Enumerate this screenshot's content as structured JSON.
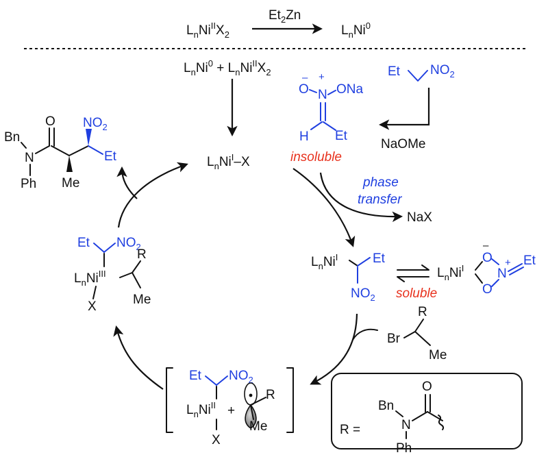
{
  "top": {
    "reactant": "L",
    "reagent": "Et",
    "product": "L"
  },
  "cycle": {
    "start": "L",
    "nitro_label": "Et",
    "nitronate_oxy": "O",
    "nitronate_ona": "ONa",
    "nitronate_h": "H",
    "nitronate_et": "Et",
    "insoluble": "insoluble",
    "base": "NaOMe",
    "ni1x": "L",
    "phase1": "phase",
    "phase2": "transfer",
    "salt": "NaX",
    "ni_nitro_et": "Et",
    "ni_nitro_no2": "NO",
    "soluble": "soluble",
    "ni_o_et": "Et",
    "bromide_br": "Br",
    "bromide_r": "R",
    "bromide_me": "Me",
    "rad_et": "Et",
    "rad_no2": "NO",
    "rad_x": "X",
    "rad_r": "R",
    "rad_me": "Me",
    "ni3_et": "Et",
    "ni3_no2": "NO",
    "ni3_x": "X",
    "ni3_r": "R",
    "ni3_me": "Me",
    "prod_bn": "Bn",
    "prod_n": "N",
    "prod_ph": "Ph",
    "prod_o": "O",
    "prod_me": "Me",
    "prod_no2": "NO",
    "prod_et": "Et",
    "r_def": "R =",
    "r_bn": "Bn",
    "r_n": "N",
    "r_ph": "Ph",
    "r_o": "O"
  },
  "colors": {
    "black": "#111111",
    "blue": "#1f3fe0",
    "red": "#e8321e"
  }
}
